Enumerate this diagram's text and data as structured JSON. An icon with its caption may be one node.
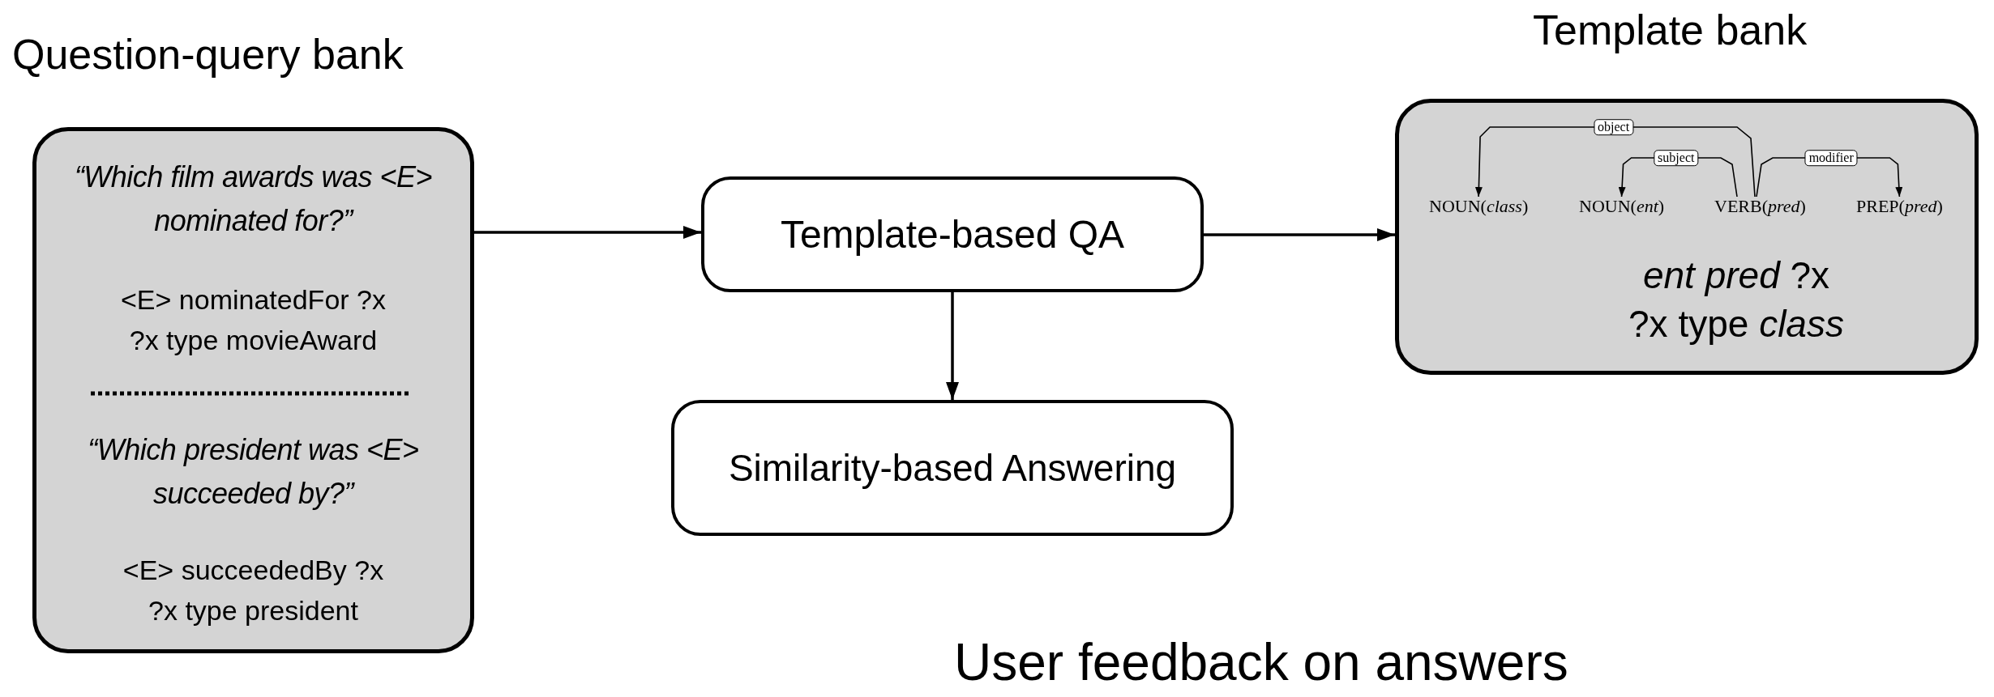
{
  "diagram": {
    "nodes": [
      {
        "text": [
          "Question-query bank",
          "“Which film awards was <E> nominated for?”",
          "<E> nominatedFor ?x ?x type movieAward",
          "“Which president was <E> succeeded by?”",
          "<E> succeededBy ?x ?x type president"
        ]
      },
      {
        "text": [
          "Template-based QA"
        ]
      },
      {
        "text": [
          "Similarity-based Answering"
        ]
      },
      {
        "text": [
          "Template bank",
          "*ent pred* ?x ?x type *class*"
        ]
      },
      {
        "text": [
          "NOUN(*class*)"
        ],
        "in": 3
      },
      {
        "text": [
          "NOUN(*ent*)"
        ],
        "in": 3
      },
      {
        "text": [
          "VERB(*pred*)"
        ],
        "in": 3
      },
      {
        "text": [
          "PREP(*pred*)"
        ],
        "in": 3
      }
    ],
    "edges": [
      {
        "from": 0,
        "to": 1,
        "arrow": "to"
      },
      {
        "from": 1,
        "to": 3,
        "arrow": "to"
      },
      {
        "from": 1,
        "to": 2,
        "arrow": "to"
      },
      {
        "from": 6,
        "to": 4,
        "arrow": "to",
        "label": "object"
      },
      {
        "from": 6,
        "to": 5,
        "arrow": "to",
        "label": "subject"
      },
      {
        "from": 6,
        "to": 7,
        "arrow": "to",
        "label": "modifier"
      }
    ],
    "labels": [
      "User feedback on answers"
    ]
  }
}
